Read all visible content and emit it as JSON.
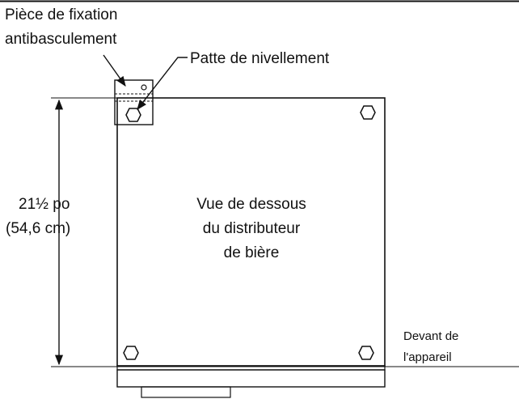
{
  "labels": {
    "anti_tip_line1": "Pièce de fixation",
    "anti_tip_line2": "antibasculement",
    "leveling_leg": "Patte de nivellement",
    "dimension_line1": "21½ po",
    "dimension_line2": "(54,6 cm)",
    "center_line1": "Vue de dessous",
    "center_line2": "du distributeur",
    "center_line3": "de bière",
    "front_line1": "Devant de",
    "front_line2": "l'appareil"
  },
  "icons": {
    "leg": "hexagon-leg-icon",
    "arrow": "arrowhead-icon"
  },
  "colors": {
    "ink": "#111111",
    "background": "#ffffff"
  }
}
